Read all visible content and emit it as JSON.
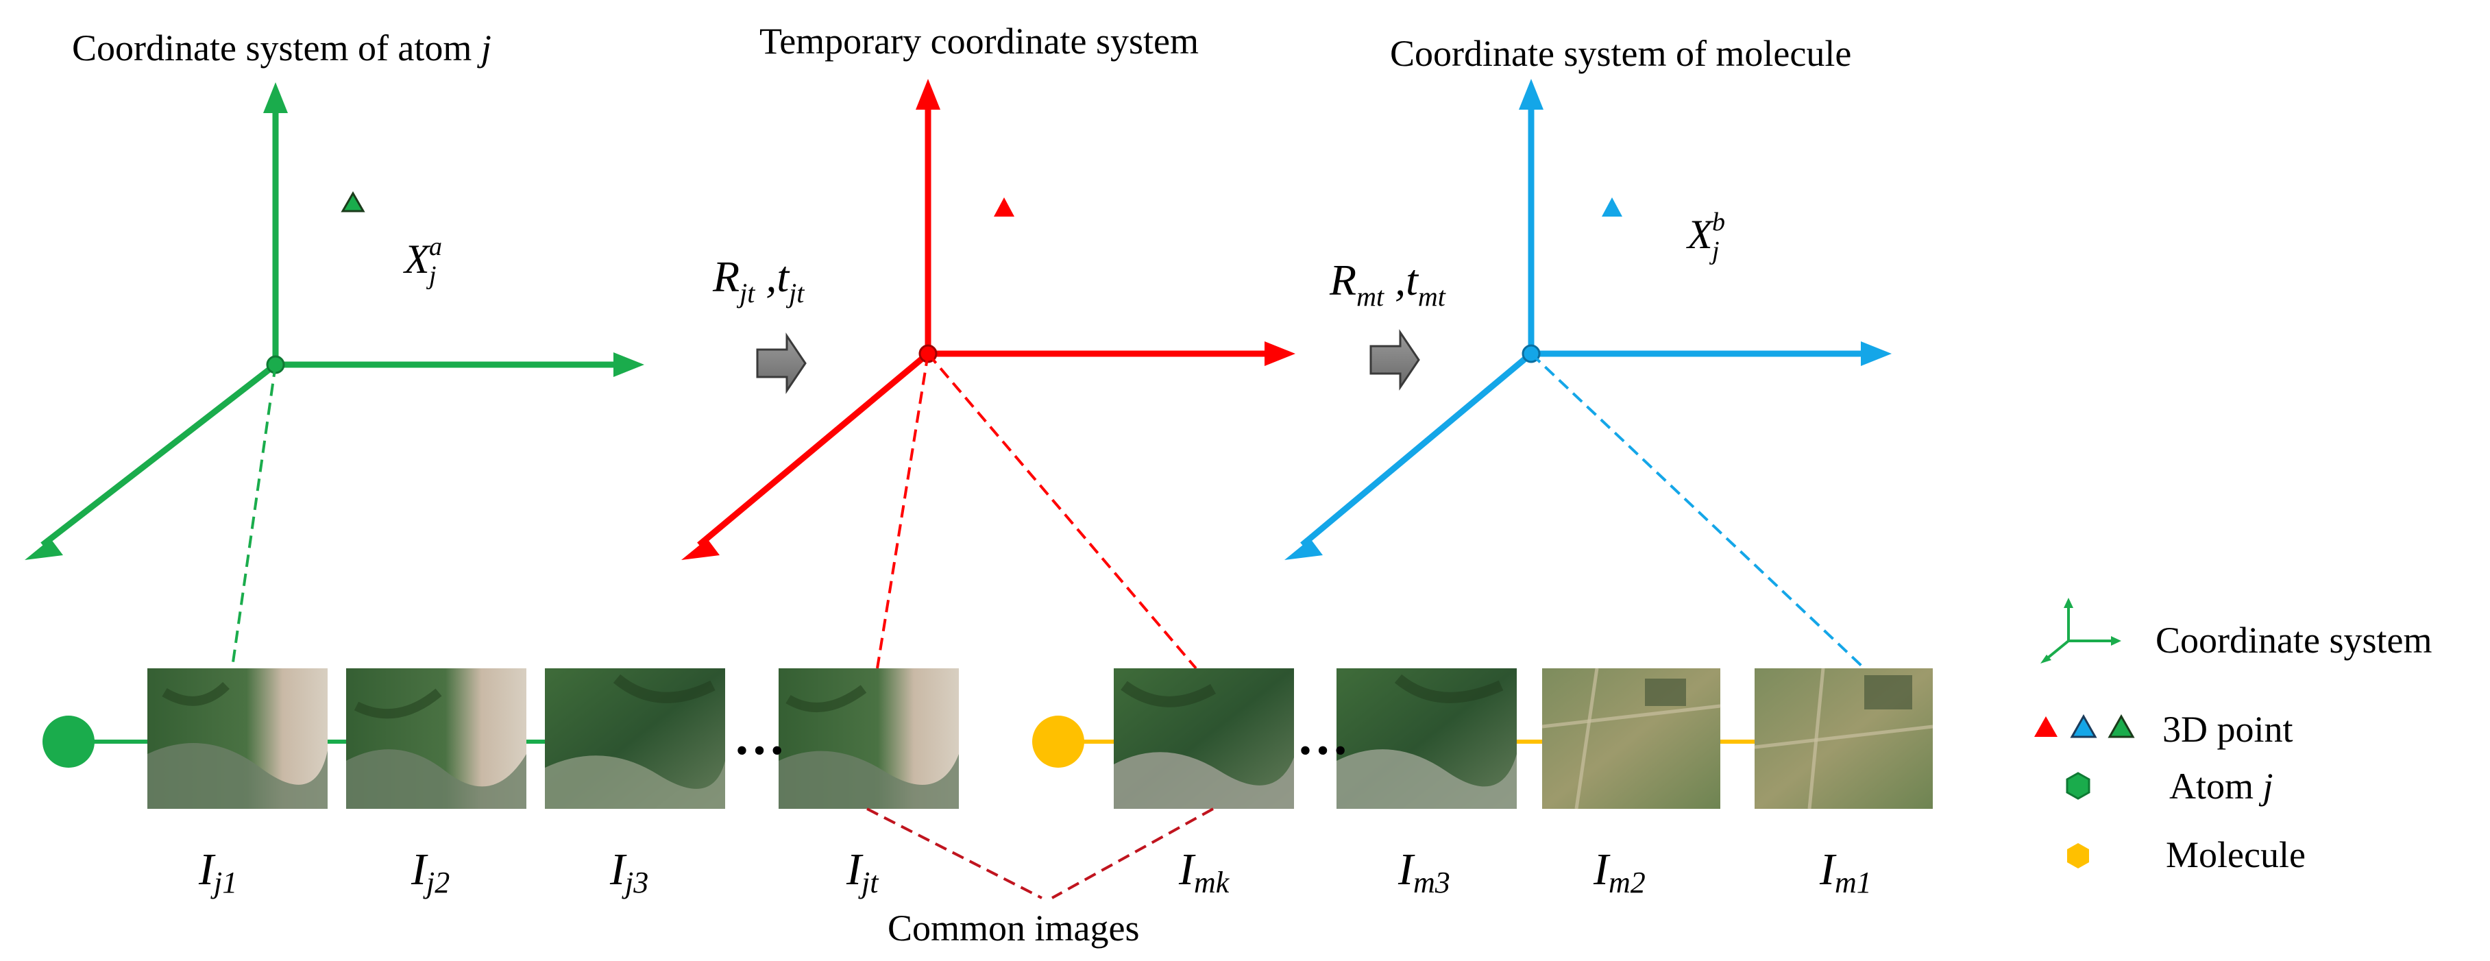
{
  "titles": {
    "atom": "Coordinate system of atom ",
    "atom_var": "j",
    "temporary": "Temporary coordinate system",
    "molecule": "Coordinate system of molecule"
  },
  "points": {
    "atom": {
      "base": "X",
      "sub": "j",
      "sup": "a"
    },
    "molecule": {
      "base": "X",
      "sub": "j",
      "sup": "b"
    }
  },
  "transforms": {
    "first": {
      "R": "R",
      "R_sub": "jt",
      "sep": " ,",
      "t": "t",
      "t_sub": "jt"
    },
    "second": {
      "R": "R",
      "R_sub": "mt",
      "sep": " ,",
      "t": "t",
      "t_sub": "mt"
    }
  },
  "image_labels": [
    {
      "base": "I",
      "sub": "j1"
    },
    {
      "base": "I",
      "sub": "j2"
    },
    {
      "base": "I",
      "sub": "j3"
    },
    {
      "base": "I",
      "sub": "jt"
    },
    {
      "base": "I",
      "sub": "mk"
    },
    {
      "base": "I",
      "sub": "m3"
    },
    {
      "base": "I",
      "sub": "m2"
    },
    {
      "base": "I",
      "sub": "m1"
    }
  ],
  "ellipsis": "…",
  "common_images": "Common images",
  "legend": {
    "coordinate_system": "Coordinate system",
    "point_3d": "3D point",
    "atom": "Atom ",
    "atom_var": "j",
    "molecule": "Molecule"
  },
  "colors": {
    "atom": "#1aac4c",
    "temporary": "#ff0000",
    "molecule": "#14a6e8",
    "molecule_node": "#ffc000",
    "common_line": "#c0141e",
    "arrow": "#808080"
  }
}
